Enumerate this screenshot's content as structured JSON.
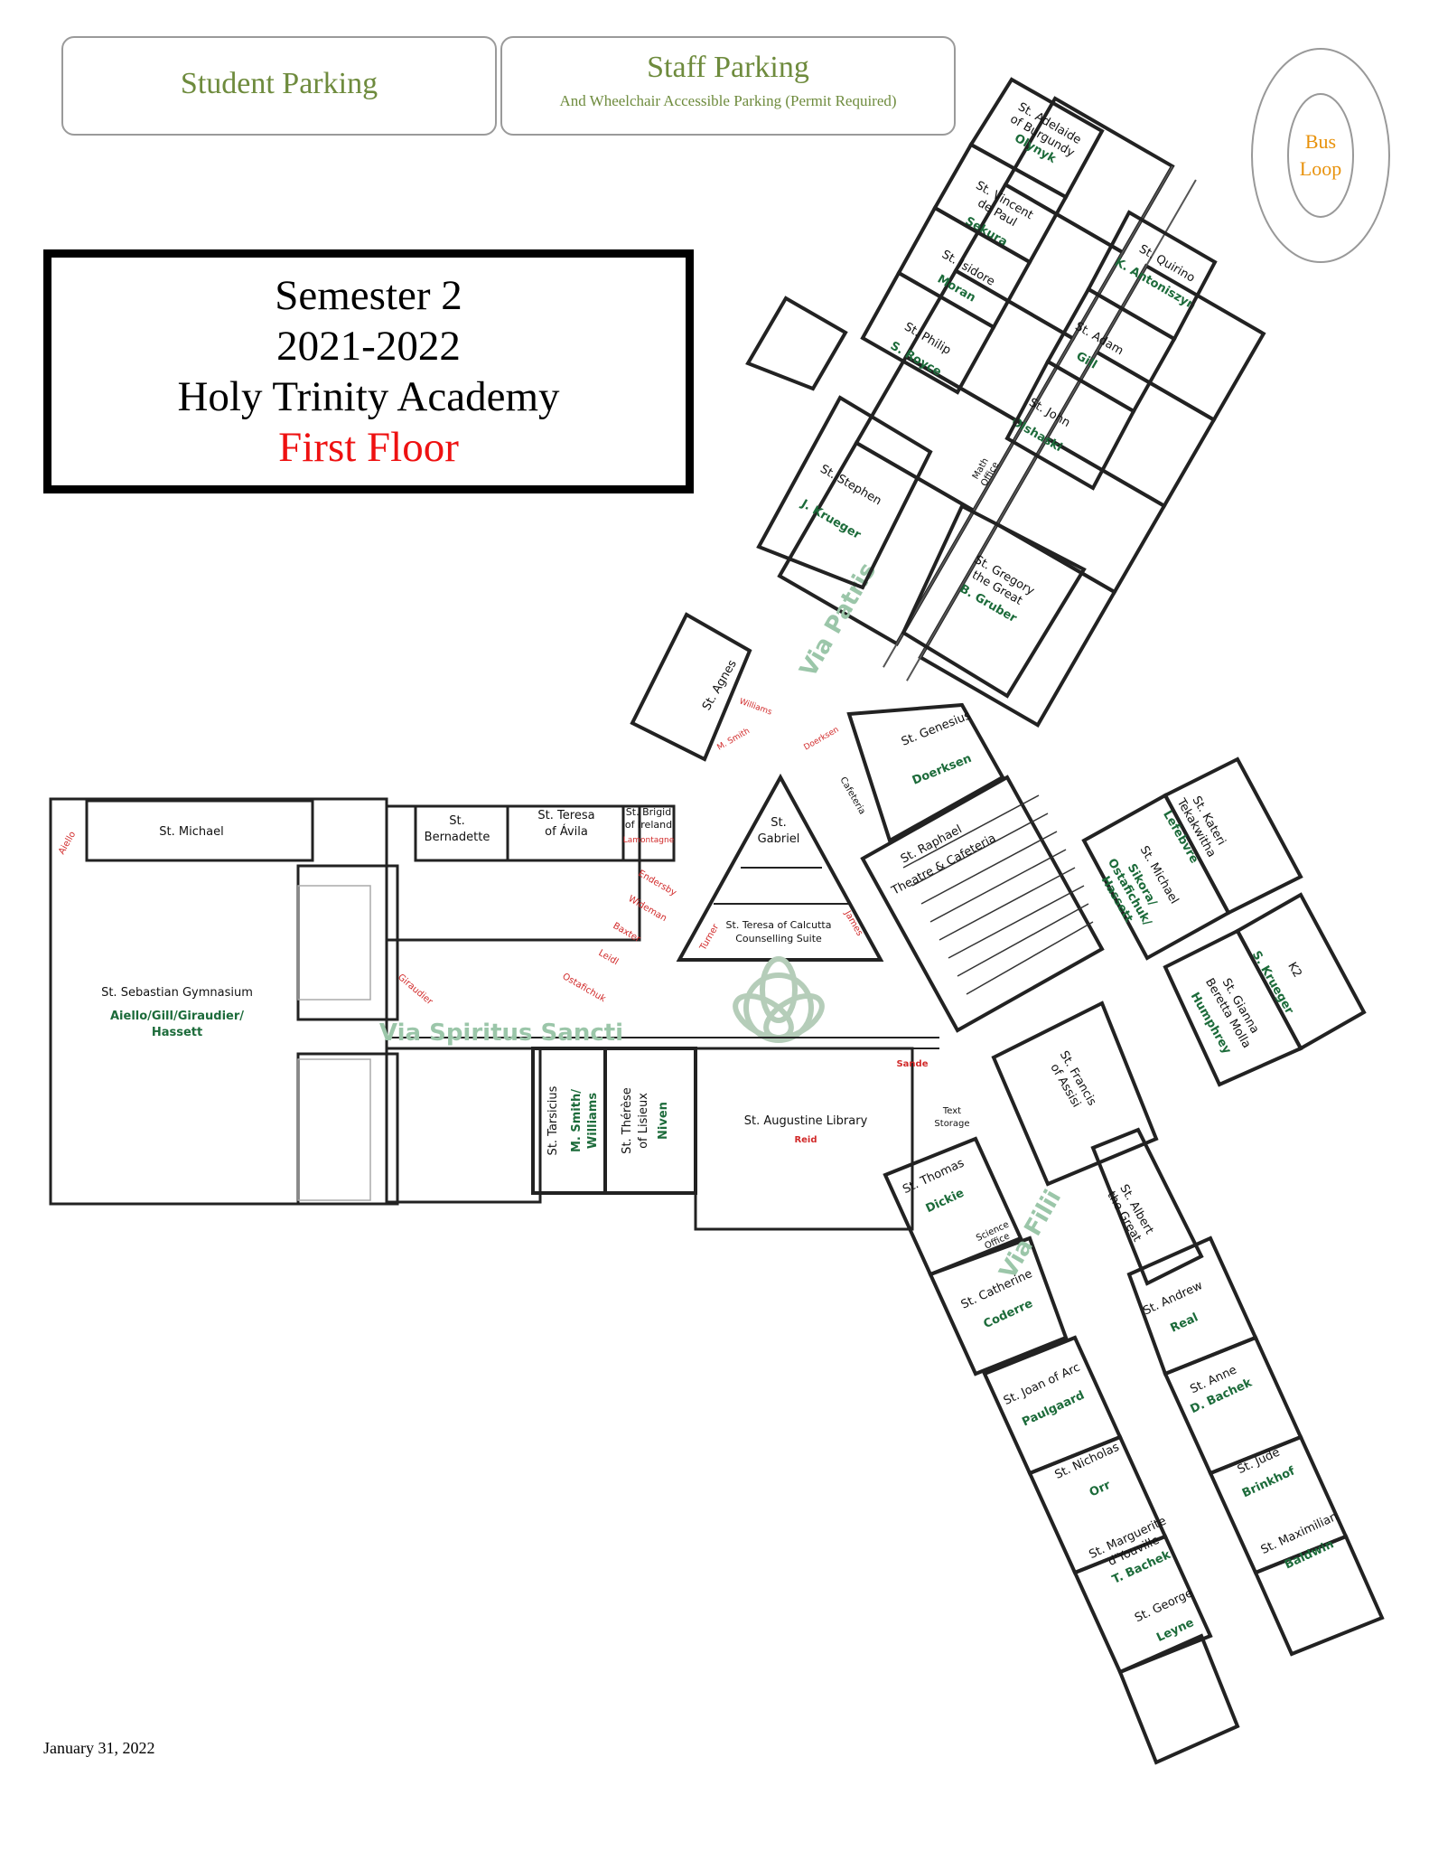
{
  "parking": {
    "student": "Student Parking",
    "staff_title": "Staff Parking",
    "staff_sub": "And Wheelchair Accessible Parking (Permit Required)"
  },
  "bus_loop": {
    "line1": "Bus",
    "line2": "Loop",
    "color": "#e8920c"
  },
  "title": {
    "line1": "Semester 2",
    "line2": "2021-2022",
    "line3": "Holy Trinity Academy",
    "line4": "First Floor",
    "line4_color": "#ee1111"
  },
  "hallways": {
    "patris": "Via Patris",
    "spiritus": "Via Spiritus Sancti",
    "filii": "Via Filii"
  },
  "colors": {
    "teacher": "#1c6b3a",
    "hall": "#9bc6a9",
    "accent_red": "#d12a2a",
    "parking_text": "#6e8b3d"
  },
  "rooms": {
    "adelaide": {
      "name1": "St. Adelaide",
      "name2": "of Burgundy",
      "teacher": "Olynyk"
    },
    "vincent": {
      "name1": "St. Vincent",
      "name2": "de Paul",
      "teacher": "Sekura"
    },
    "quirino": {
      "name": "St. Quirino",
      "teacher": "K. Antoniszyn"
    },
    "isidore": {
      "name": "St. Isidore",
      "teacher": "Moran"
    },
    "adam": {
      "name": "St. Adam",
      "teacher": "Gill"
    },
    "philip": {
      "name": "St. Philip",
      "teacher": "S. Royce"
    },
    "john": {
      "name": "St. John",
      "teacher": "Olshaski"
    },
    "math_office": {
      "name1": "Math",
      "name2": "Office"
    },
    "stephen": {
      "name": "St. Stephen",
      "teacher": "J. Krueger"
    },
    "gregory": {
      "name1": "St. Gregory",
      "name2": "the Great",
      "teacher": "B. Gruber"
    },
    "agnes": {
      "name": "St. Agnes",
      "note1": "Williams",
      "note2": "M. Smith"
    },
    "genesius": {
      "name": "St. Genesius",
      "teacher": "Doerksen",
      "note": "Doerksen"
    },
    "cafeteria": {
      "name": "Cafeteria"
    },
    "raphael": {
      "name1": "St. Raphael",
      "name2": "Theatre & Cafeteria"
    },
    "kateri": {
      "name1": "St. Kateri",
      "name2": "Tekakwitha",
      "teacher": "Lefebvre"
    },
    "michael_east": {
      "name": "St. Michael",
      "teacher1": "Sikora/",
      "teacher2": "Ostafichuk/",
      "teacher3": "Hassett"
    },
    "k2": {
      "name": "K2",
      "teacher": "S. Krueger"
    },
    "gianna": {
      "name1": "St. Gianna",
      "name2": "Beretta Molla",
      "teacher": "Humphrey"
    },
    "michael_west": {
      "name": "St. Michael",
      "note": "Aiello"
    },
    "bernadette": {
      "name1": "St.",
      "name2": "Bernadette"
    },
    "teresa_avila": {
      "name1": "St. Teresa",
      "name2": "of Ávila"
    },
    "brigid": {
      "name1": "St. Brigid",
      "name2": "of Ireland",
      "note": "Lamontagne"
    },
    "gabriel": {
      "name1": "St.",
      "name2": "Gabriel"
    },
    "teresa_calcutta": {
      "name1": "St. Teresa of Calcutta",
      "name2": "Counselling Suite",
      "note1": "Turner",
      "note2": "James"
    },
    "offices": {
      "a": "Endersby",
      "b": "Wideman",
      "c": "Baxter",
      "d": "Leidl",
      "e": "Ostafichuk",
      "f": "Giraudier"
    },
    "gym": {
      "name": "St. Sebastian Gymnasium",
      "teacher1": "Aiello/Gill/Giraudier/",
      "teacher2": "Hassett"
    },
    "tarsicius": {
      "name": "St. Tarsicius",
      "teacher1": "M. Smith/",
      "teacher2": "Williams"
    },
    "therese": {
      "name1": "St. Thérèse",
      "name2": "of Lisieux",
      "teacher": "Niven"
    },
    "augustine": {
      "name": "St. Augustine Library",
      "teacher": "Reid"
    },
    "sande": {
      "note": "Sande"
    },
    "text_storage": {
      "name1": "Text",
      "name2": "Storage"
    },
    "francis": {
      "name1": "St. Francis",
      "name2": "of Assisi"
    },
    "thomas": {
      "name": "St. Thomas",
      "teacher": "Dickie"
    },
    "albert": {
      "name1": "St. Albert",
      "name2": "the Great"
    },
    "science_office": {
      "name1": "Science",
      "name2": "Office"
    },
    "catherine": {
      "name": "St. Catherine",
      "teacher": "Coderre"
    },
    "andrew": {
      "name": "St. Andrew",
      "teacher": "Real"
    },
    "joan": {
      "name": "St. Joan of Arc",
      "teacher": "Paulgaard"
    },
    "anne": {
      "name": "St. Anne",
      "teacher": "D. Bachek"
    },
    "nicholas": {
      "name": "St. Nicholas",
      "teacher": "Orr"
    },
    "jude": {
      "name": "St. Jude",
      "teacher": "Brinkhof"
    },
    "marguerite": {
      "name1": "St. Marguerite",
      "name2": "d'Youville",
      "teacher": "T. Bachek"
    },
    "maximilian": {
      "name": "St. Maximilian",
      "teacher": "Baldwin"
    },
    "george": {
      "name": "St. George",
      "teacher": "Leyne"
    }
  },
  "date": "January 31, 2022"
}
